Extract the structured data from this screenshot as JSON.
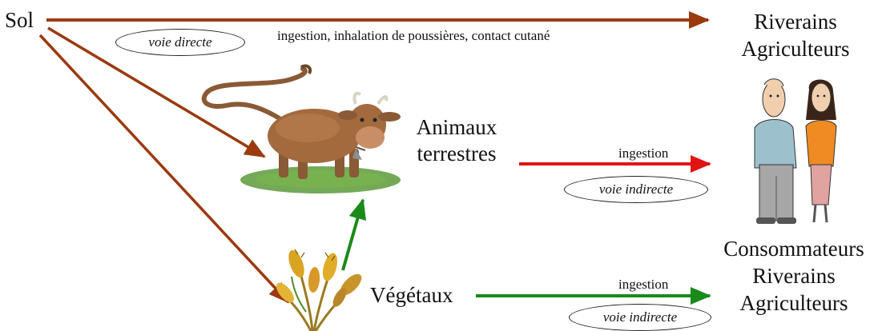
{
  "nodes": {
    "sol": "Sol",
    "animaux_line1": "Animaux",
    "animaux_line2": "terrestres",
    "vegetaux": "Végétaux",
    "target_top_line1": "Riverains",
    "target_top_line2": "Agriculteurs",
    "target_bottom_line1": "Consommateurs",
    "target_bottom_line2": "Riverains",
    "target_bottom_line3": "Agriculteurs"
  },
  "edges": {
    "direct_label": "ingestion, inhalation de poussières, contact cutané",
    "direct_oval": "voie directe",
    "animaux_label": "ingestion",
    "animaux_oval": "voie indirecte",
    "vegetaux_label": "ingestion",
    "vegetaux_oval": "voie indirecte"
  },
  "colors": {
    "soil_arrow": "#9a3a0e",
    "animal_arrow": "#e01414",
    "plant_arrow": "#1a8a1a"
  },
  "icons": [
    "cow-illustration",
    "wheat-plant-illustration",
    "people-illustration"
  ]
}
